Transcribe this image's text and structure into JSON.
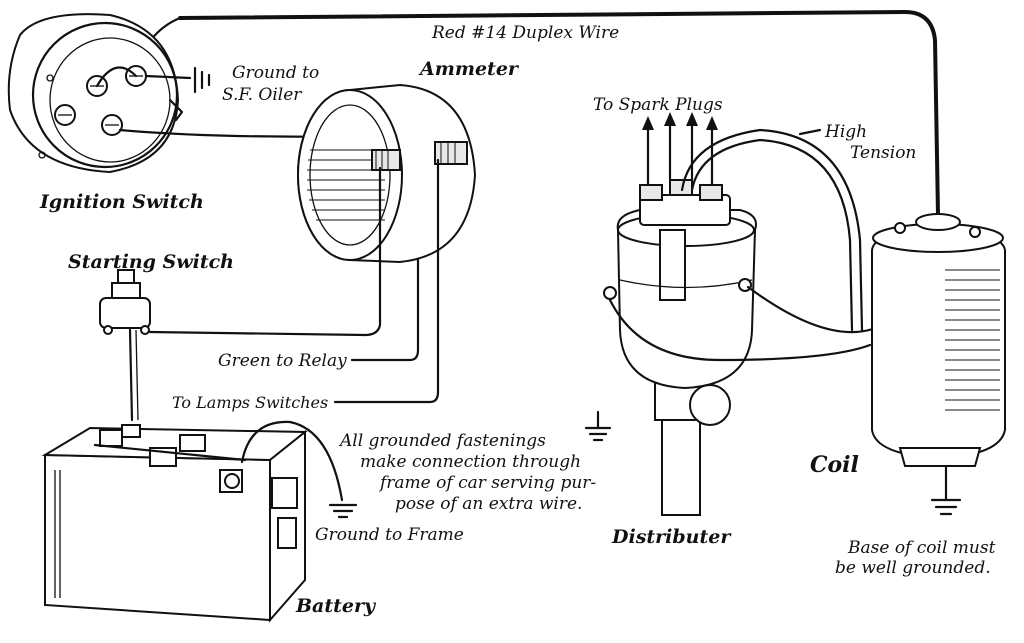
{
  "labels": {
    "wire_top": "Red #14 Duplex Wire",
    "ground_oiler_1": "Ground to",
    "ground_oiler_2": "S.F. Oiler",
    "ammeter": "Ammeter",
    "ignition_switch": "Ignition Switch",
    "starting_switch": "Starting Switch",
    "green_relay": "Green to Relay",
    "lamps_switches": "To Lamps Switches",
    "spark_plugs": "To Spark Plugs",
    "high_tension_1": "High",
    "high_tension_2": "Tension",
    "note_1": "All grounded fastenings",
    "note_2": "make connection through",
    "note_3": "frame of car serving pur-",
    "note_4": "pose of an extra wire.",
    "coil": "Coil",
    "ground_frame": "Ground to Frame",
    "distributer": "Distributer",
    "coil_base_1": "Base of coil must",
    "coil_base_2": "be well grounded.",
    "battery": "Battery"
  }
}
